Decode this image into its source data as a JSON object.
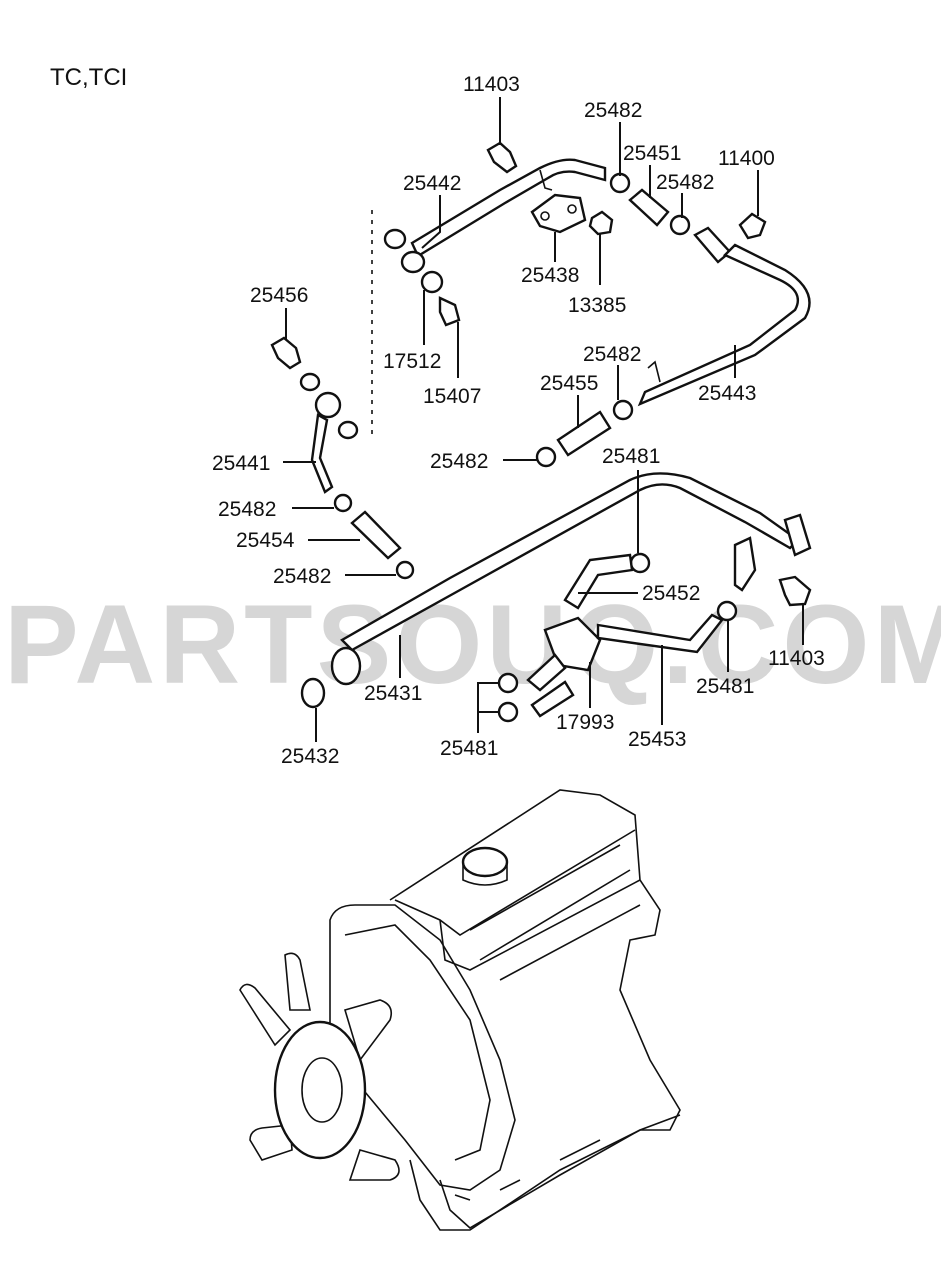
{
  "variant": "TC,TCI",
  "watermark": "PARTSOUQ.COM",
  "callouts": [
    {
      "id": "c1",
      "text": "11403"
    },
    {
      "id": "c2",
      "text": "25482"
    },
    {
      "id": "c3",
      "text": "25451"
    },
    {
      "id": "c4",
      "text": "11400"
    },
    {
      "id": "c5",
      "text": "25482"
    },
    {
      "id": "c6",
      "text": "25442"
    },
    {
      "id": "c7",
      "text": "25438"
    },
    {
      "id": "c8",
      "text": "13385"
    },
    {
      "id": "c9",
      "text": "25456"
    },
    {
      "id": "c10",
      "text": "17512"
    },
    {
      "id": "c11",
      "text": "15407"
    },
    {
      "id": "c12",
      "text": "25482"
    },
    {
      "id": "c13",
      "text": "25455"
    },
    {
      "id": "c14",
      "text": "25443"
    },
    {
      "id": "c15",
      "text": "25441"
    },
    {
      "id": "c16",
      "text": "25482"
    },
    {
      "id": "c17",
      "text": "25481"
    },
    {
      "id": "c18",
      "text": "25482"
    },
    {
      "id": "c19",
      "text": "25454"
    },
    {
      "id": "c20",
      "text": "25482"
    },
    {
      "id": "c21",
      "text": "25452"
    },
    {
      "id": "c22",
      "text": "11403"
    },
    {
      "id": "c23",
      "text": "25431"
    },
    {
      "id": "c24",
      "text": "25481"
    },
    {
      "id": "c25",
      "text": "17993"
    },
    {
      "id": "c26",
      "text": "25453"
    },
    {
      "id": "c27",
      "text": "25432"
    },
    {
      "id": "c28",
      "text": "25481"
    }
  ]
}
